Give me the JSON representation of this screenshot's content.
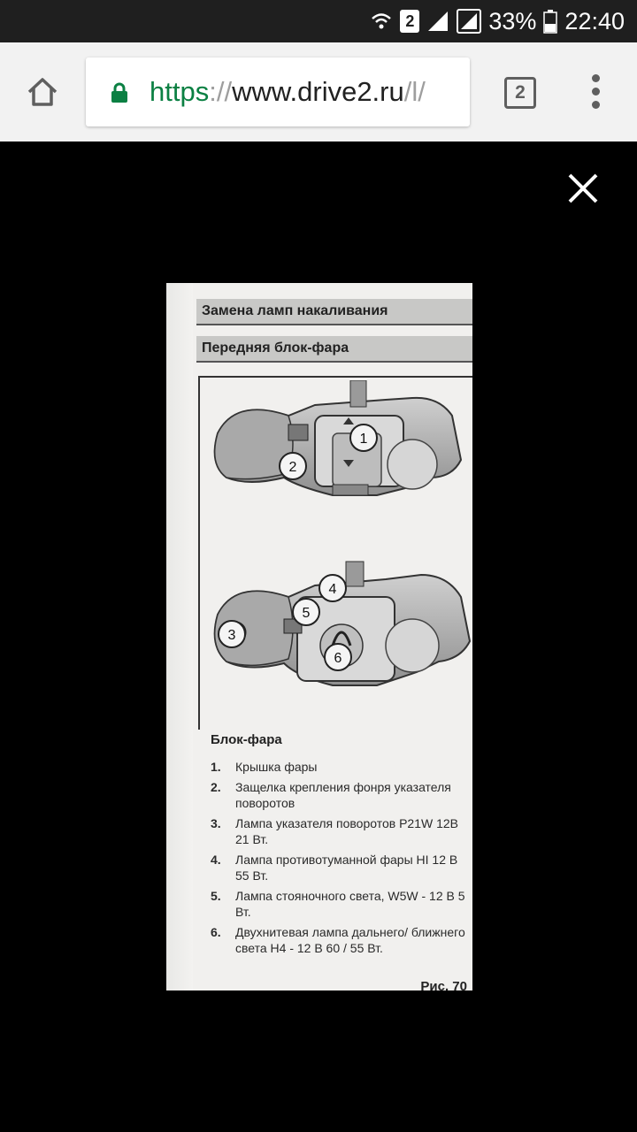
{
  "status_bar": {
    "sim_badge": "2",
    "battery_percent": "33%",
    "time": "22:40"
  },
  "browser": {
    "url_scheme": "https",
    "url_separator": "://",
    "url_host": "www.drive2.ru",
    "url_path": "/l/",
    "tab_count": "2"
  },
  "scan": {
    "header_section": "Замена ламп накаливания",
    "header_subsection": "Передняя блок-фара",
    "callouts": [
      "1",
      "2",
      "3",
      "4",
      "5",
      "6"
    ],
    "caption_title": "Блок-фара",
    "legend": [
      {
        "num": "1.",
        "text": "Крышка фары"
      },
      {
        "num": "2.",
        "text": "Защелка крепления фонря указателя поворотов"
      },
      {
        "num": "3.",
        "text": "Лампа указателя поворотов P21W 12В 21 Вт."
      },
      {
        "num": "4.",
        "text": "Лампа противотуманной фары HI 12 В 55 Вт."
      },
      {
        "num": "5.",
        "text": "Лампа стояночного света, W5W - 12 В 5 Вт."
      },
      {
        "num": "6.",
        "text": "Двухнитевая лампа дальнего/ ближнего света Н4 - 12 В 60 / 55 Вт."
      }
    ],
    "figure_label": "Рис. 70"
  },
  "icons": {
    "home": "home-icon",
    "lock": "lock-icon",
    "close": "close-icon",
    "menu": "more-vert-icon"
  }
}
